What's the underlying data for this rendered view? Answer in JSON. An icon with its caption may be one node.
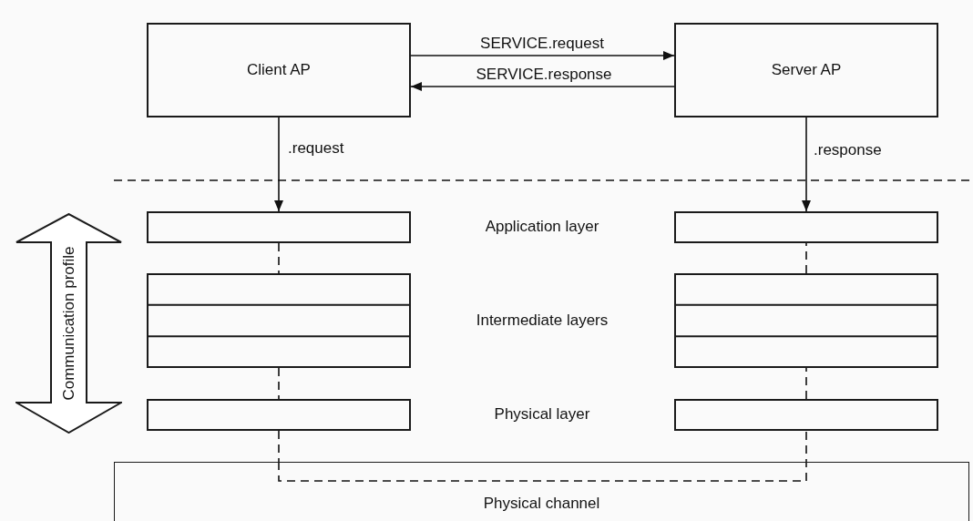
{
  "diagram": {
    "nodes": [
      {
        "text": [
          "Client AP"
        ]
      },
      {
        "text": [
          "Server AP"
        ]
      },
      {
        "text": [],
        "shape": "box"
      },
      {
        "text": [],
        "shape": "box"
      },
      {
        "text": [],
        "shape": "stack"
      },
      {
        "text": [],
        "shape": "stack"
      },
      {
        "text": [],
        "shape": "box"
      },
      {
        "text": [],
        "shape": "box"
      },
      {
        "text": [
          "Communication profile"
        ]
      },
      {
        "text": [
          "Physical channel"
        ]
      }
    ],
    "edges": [
      {
        "from": 0,
        "to": 1,
        "arrow": "to",
        "label": "SERVICE.request"
      },
      {
        "from": 1,
        "to": 0,
        "arrow": "to",
        "label": "SERVICE.response"
      },
      {
        "from": 0,
        "to": 2,
        "arrow": "to",
        "label": ".request"
      },
      {
        "from": 1,
        "to": 3,
        "arrow": "to",
        "label": ".response"
      },
      {
        "from": 2,
        "to": 4,
        "arrow": "none",
        "style": "dashed"
      },
      {
        "from": 4,
        "to": 6,
        "arrow": "none",
        "style": "dashed"
      },
      {
        "from": 6,
        "to": 9,
        "arrow": "none",
        "style": "dashed"
      },
      {
        "from": 9,
        "to": 7,
        "arrow": "none",
        "style": "dashed"
      },
      {
        "from": 7,
        "to": 5,
        "arrow": "none",
        "style": "dashed"
      },
      {
        "from": 5,
        "to": 3,
        "arrow": "none",
        "style": "dashed"
      }
    ],
    "labels": [
      "Application layer",
      "Intermediate layers",
      "Physical layer"
    ]
  }
}
